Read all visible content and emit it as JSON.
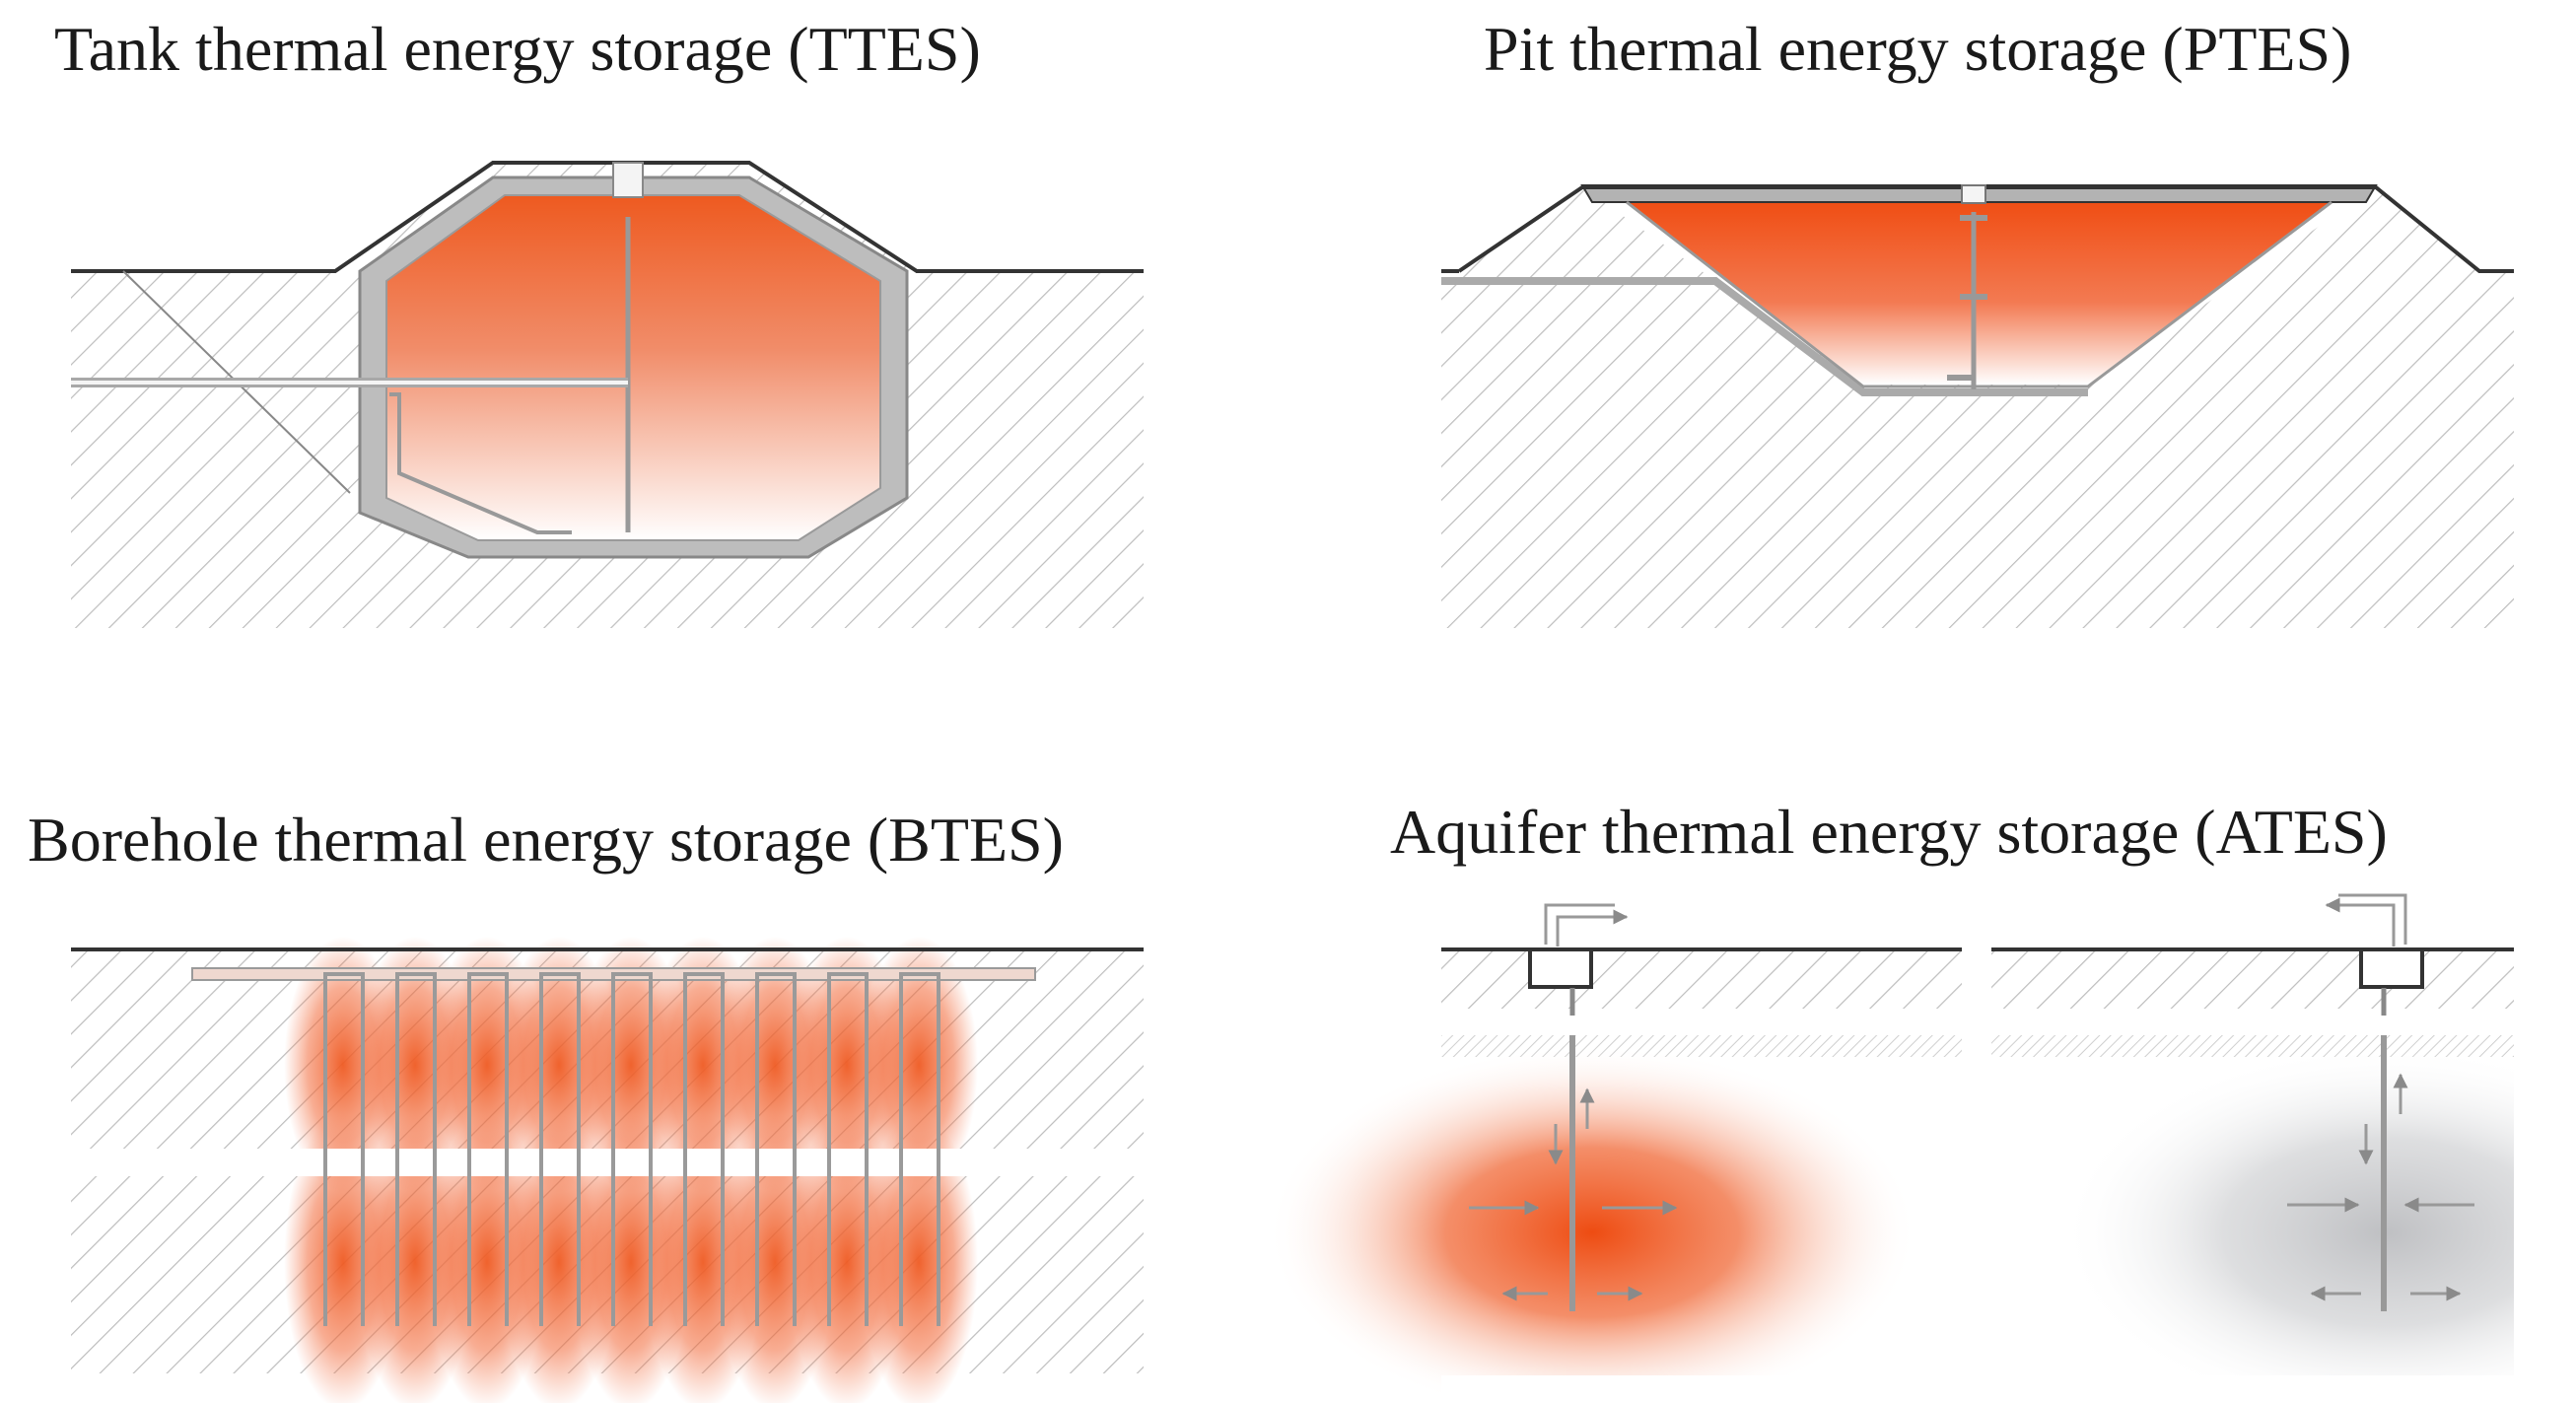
{
  "panels": {
    "ttes": {
      "title": "Tank thermal energy storage (TTES)"
    },
    "ptes": {
      "title": "Pit thermal energy storage (PTES)"
    },
    "btes": {
      "title": "Borehole thermal energy storage (BTES)"
    },
    "ates": {
      "title": "Aquifer thermal energy storage (ATES)"
    }
  },
  "colors": {
    "hot": "#f05a1f",
    "cold": "#c8c9cb",
    "hatch": "#bdbdbd",
    "line": "#333333",
    "wall": "#b9b9b9"
  },
  "btes_borehole_count": 9
}
